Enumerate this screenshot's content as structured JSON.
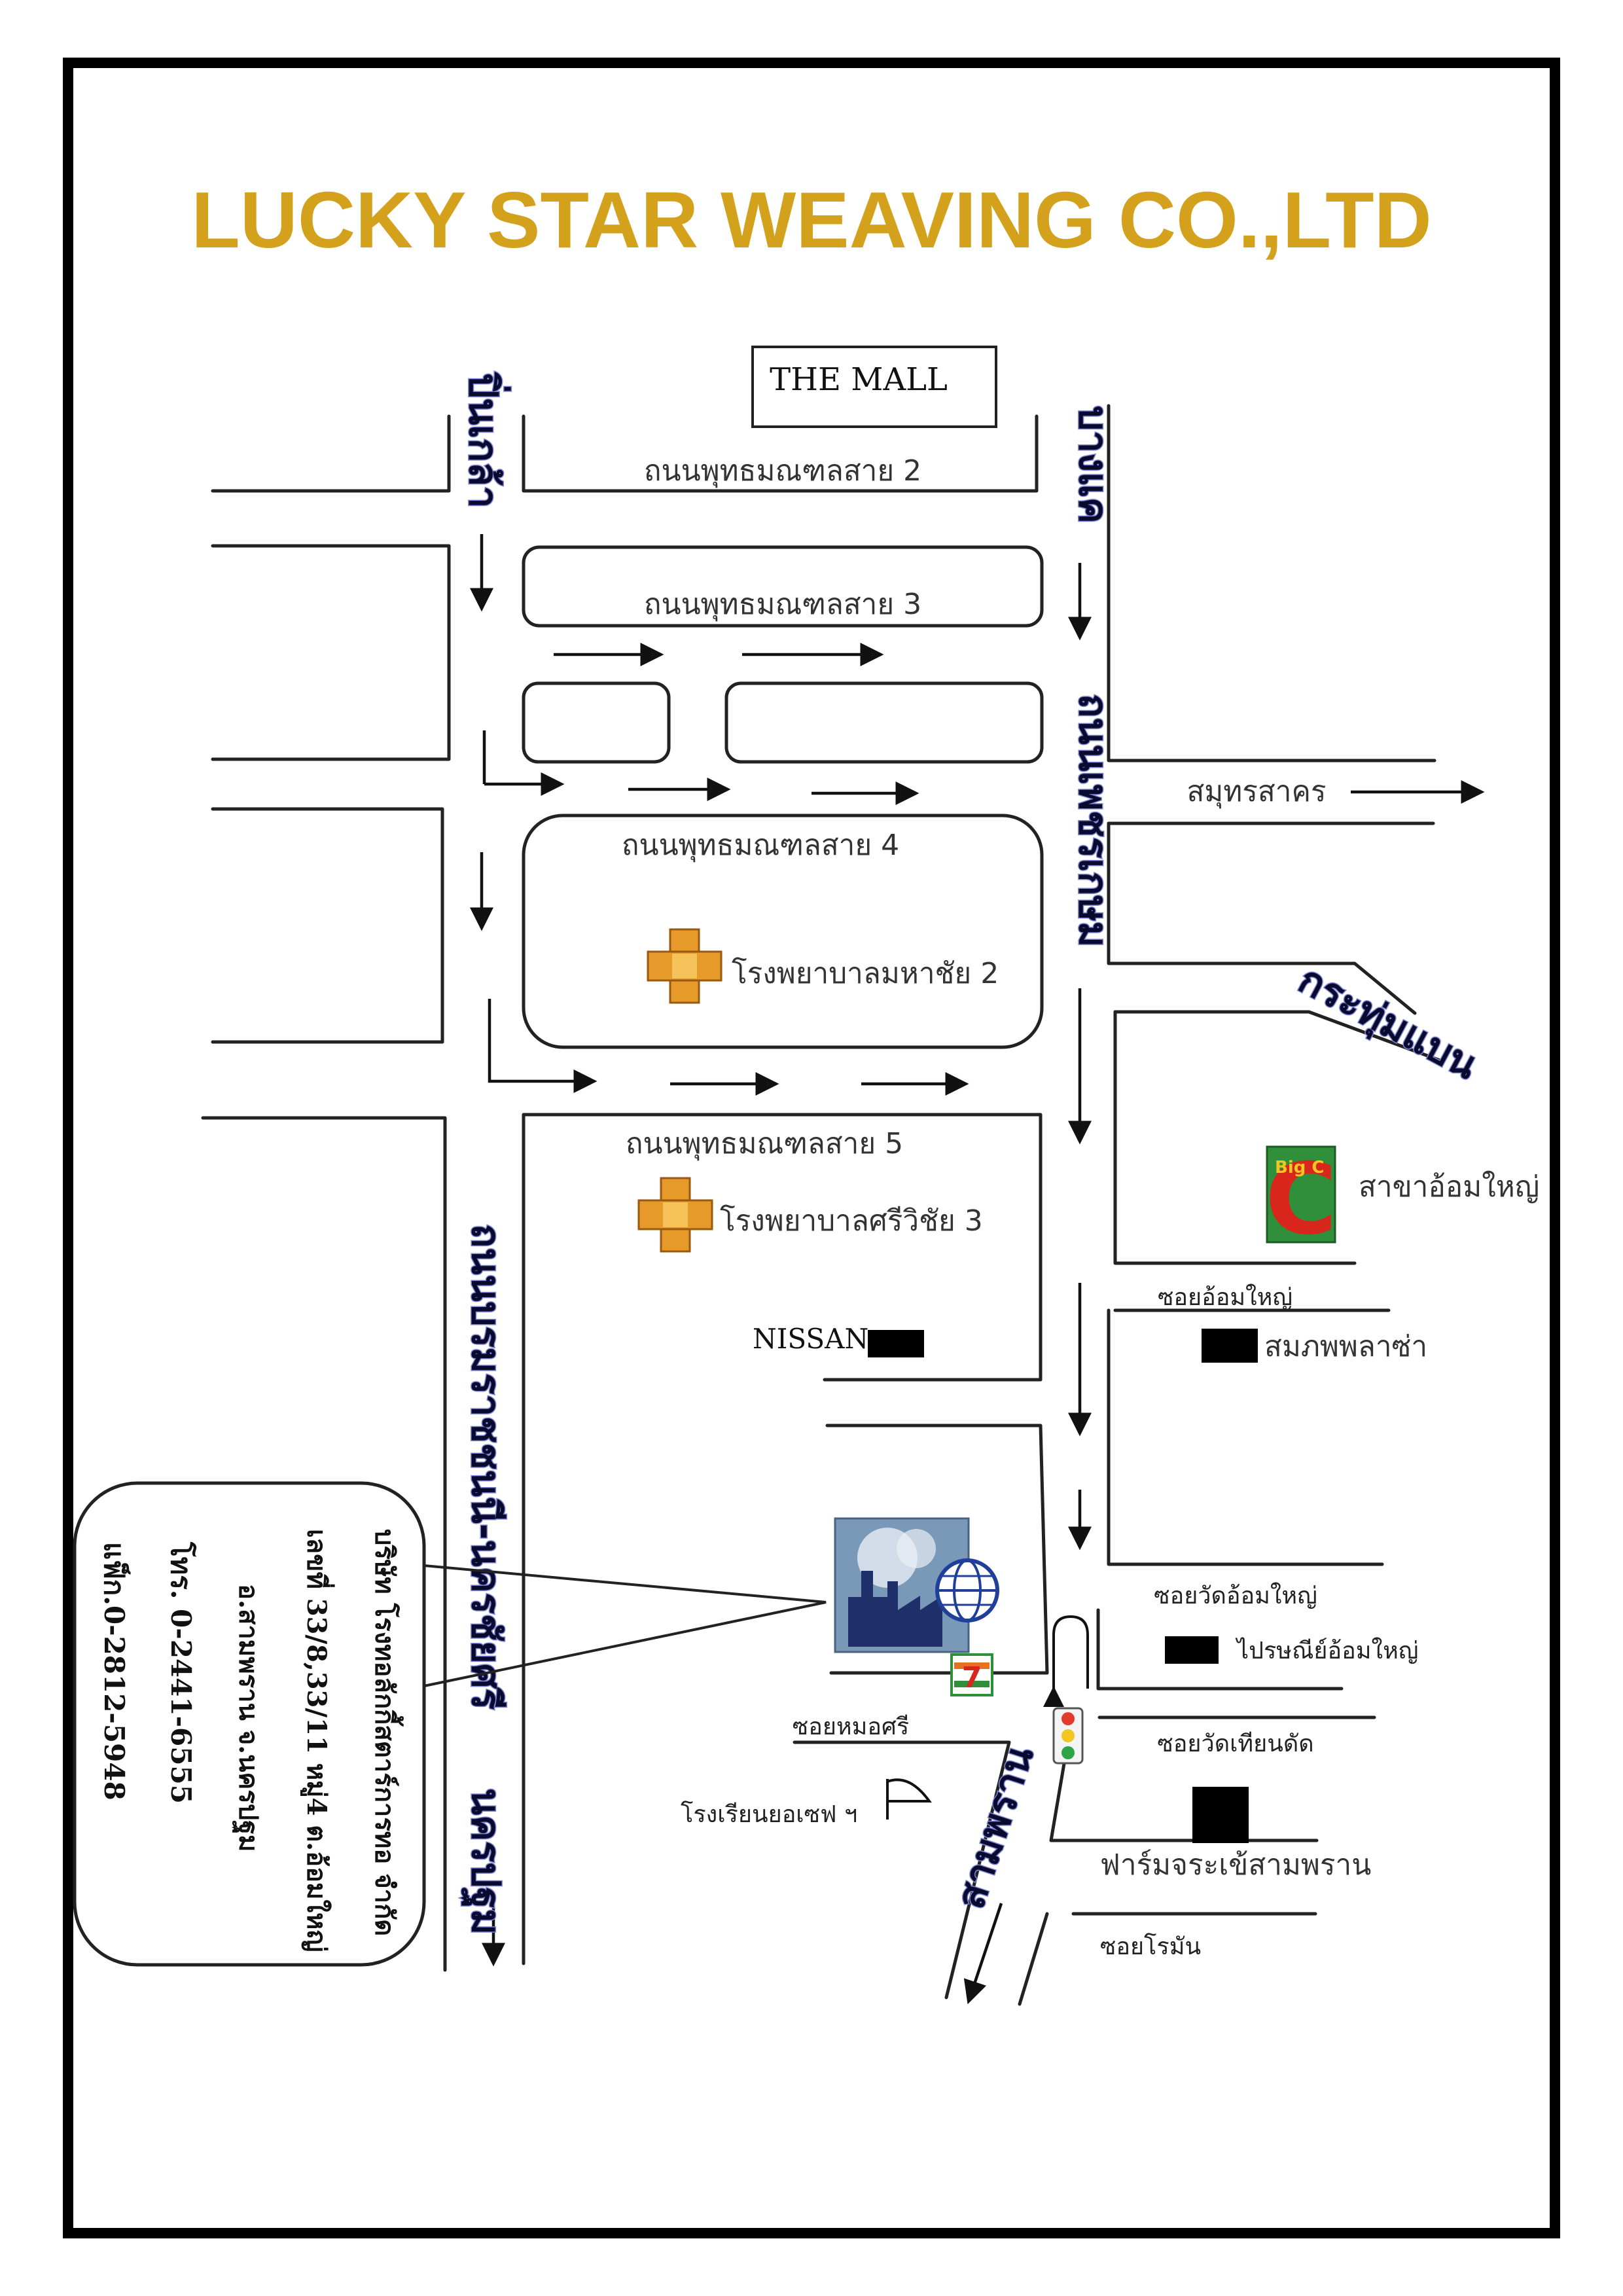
{
  "title": "LUCKY STAR WEAVING CO.,LTD",
  "landmarks": {
    "the_mall": "THE MALL",
    "hospital_1": "โรงพยาบาลมหาชัย 2",
    "hospital_2": "โรงพยาบาลศรีวิชัย 3",
    "big_c_logo": "Big C",
    "big_c_branch": "สาขาอ้อมใหญ่",
    "nissan": "NISSAN",
    "plaza": "สมภพพลาซ่า",
    "post_office": "ไปรษณีย์อ้อมใหญ่",
    "school": "โรงเรียนยอเซฟ ฯ",
    "farm": "ฟาร์มจระเข้สามพราน",
    "seven_eleven": "7"
  },
  "roads": {
    "phutthamonthon_2": "ถนนพุทธมณฑลสาย 2",
    "phutthamonthon_3": "ถนนพุทธมณฑลสาย 3",
    "phutthamonthon_4": "ถนนพุทธมณฑลสาย 4",
    "phutthamonthon_5": "ถนนพุทธมณฑลสาย 5",
    "samut_sakhon": "สมุทรสาคร",
    "kratum_baen": "กระทุ่มแบน",
    "pin_klao": "ปิ่นเกล้า",
    "bang_khae": "บางแค",
    "phetkasem": "ถนนเพชรเกษม",
    "borommaratchachonnani": "ถนนบรมราชชนนี-นครชัยศรี",
    "nakhon_pathom": "นครปฐม",
    "sam_phran": "สามพราน",
    "soi_om_yai": "ซอยอ้อมใหญ่",
    "soi_wat_om_yai": "ซอยวัดอ้อมใหญ่",
    "soi_mo_sri": "ซอยหมอศรี",
    "soi_wat_thian_dat": "ซอยวัดเทียนดัด",
    "soi_roman": "ซอยโรมัน"
  },
  "address_box": {
    "line1": "บริษัท โรงทอลักกี้สตาร์การทอ จำกัด",
    "line2": "เลขที่ 33/8,33/11 หมู่4 ต.อ้อมใหญ่",
    "line3": "อ.สามพราน จ.นครปฐม",
    "line4": "โทร. 0-2441-6555",
    "line5": "แฟ็ก.0-2812-5948"
  },
  "colors": {
    "title": "#d3a11c",
    "hospital_cross": "#e59a2a",
    "big_c_red": "#d9261c",
    "big_c_green": "#2f8f3a",
    "factory": "#6e8fb5",
    "traffic_red": "#e23b2e",
    "traffic_yellow": "#f2c521",
    "traffic_green": "#2da447",
    "road_label_outline": "#7f86d6"
  },
  "icons": [
    "hospital-cross-icon",
    "big-c-logo-icon",
    "factory-icon",
    "globe-icon",
    "seven-eleven-icon",
    "traffic-light-icon",
    "u-turn-icon",
    "school-flag-icon"
  ]
}
